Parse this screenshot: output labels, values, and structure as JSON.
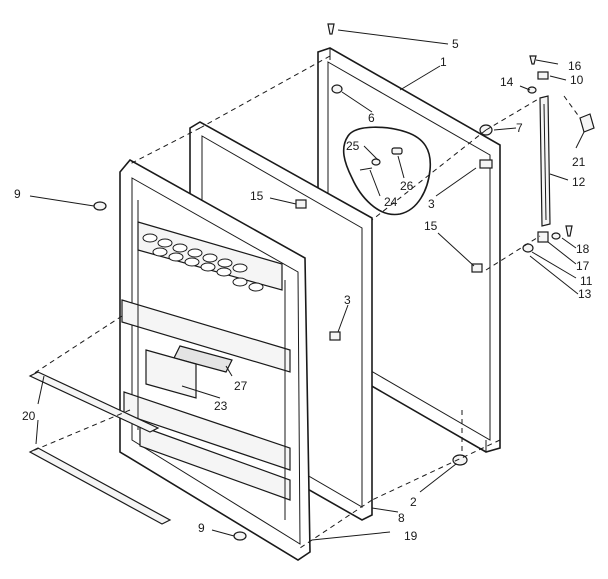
{
  "diagram": {
    "callouts": [
      "1",
      "2",
      "3",
      "3",
      "5",
      "6",
      "7",
      "8",
      "9",
      "9",
      "10",
      "11",
      "12",
      "13",
      "14",
      "15",
      "15",
      "16",
      "17",
      "18",
      "19",
      "20",
      "21",
      "23",
      "24",
      "25",
      "26",
      "27"
    ]
  }
}
